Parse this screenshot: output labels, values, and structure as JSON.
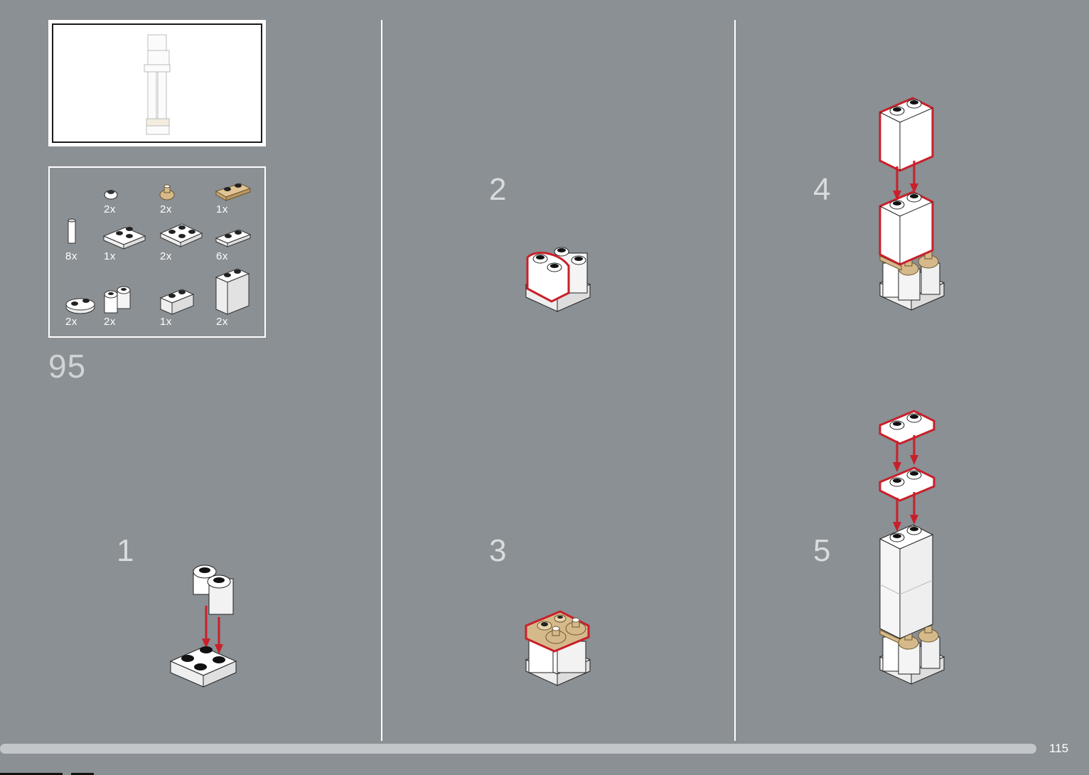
{
  "subassembly": {
    "number": "95"
  },
  "parts": [
    {
      "qty": "2x",
      "icon": "round-plate-1x1-white-icon"
    },
    {
      "qty": "2x",
      "icon": "cone-1x1-tan-icon"
    },
    {
      "qty": "1x",
      "icon": "plate-1x2-tan-icon"
    },
    {
      "qty": "8x",
      "icon": "bar-white-icon"
    },
    {
      "qty": "1x",
      "icon": "corner-plate-2x2-white-icon"
    },
    {
      "qty": "2x",
      "icon": "plate-2x2-white-icon"
    },
    {
      "qty": "6x",
      "icon": "plate-1x2-white-icon"
    },
    {
      "qty": "2x",
      "icon": "rounded-plate-1x2-white-icon"
    },
    {
      "qty": "2x",
      "icon": "round-brick-1x2-white-icon"
    },
    {
      "qty": "1x",
      "icon": "brick-1x2-white-icon"
    },
    {
      "qty": "2x",
      "icon": "brick-1x2x2-white-icon"
    }
  ],
  "steps": [
    {
      "number": "1"
    },
    {
      "number": "2"
    },
    {
      "number": "3"
    },
    {
      "number": "4"
    },
    {
      "number": "5"
    }
  ],
  "page": {
    "number": "115"
  },
  "colors": {
    "background": "#8a9094",
    "highlight": "#c8202a",
    "tan": "#d6b98a",
    "white": "#ffffff"
  }
}
